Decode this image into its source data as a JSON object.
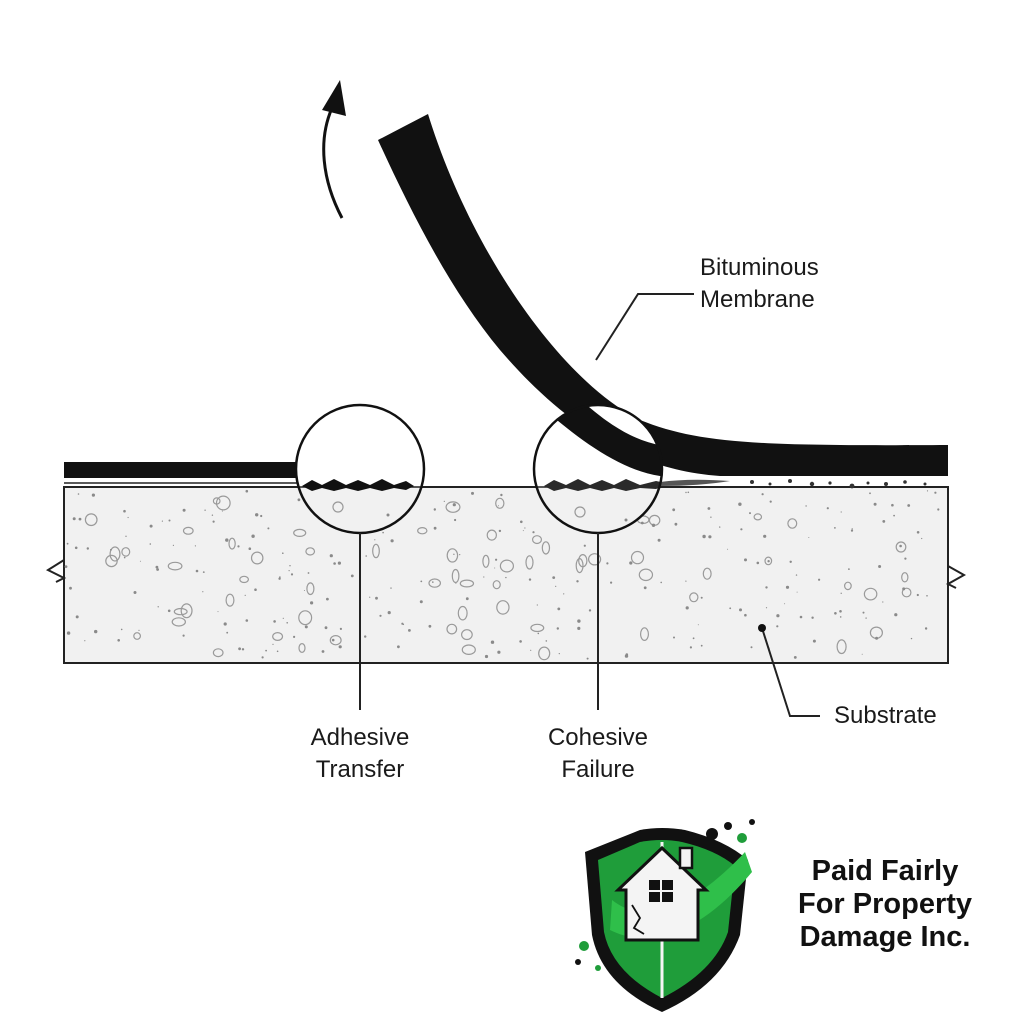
{
  "labels": {
    "membrane": [
      "Bituminous",
      "Membrane"
    ],
    "adhesive": [
      "Adhesive",
      "Transfer"
    ],
    "cohesive": [
      "Cohesive",
      "Failure"
    ],
    "substrate": "Substrate"
  },
  "logo": {
    "lines": [
      "Paid Fairly",
      "For Property",
      "Damage Inc."
    ],
    "brand_color": "#1f9d3a"
  },
  "colors": {
    "membrane": "#111111",
    "substrate_fill": "#f1f1f1",
    "line": "#222222"
  }
}
